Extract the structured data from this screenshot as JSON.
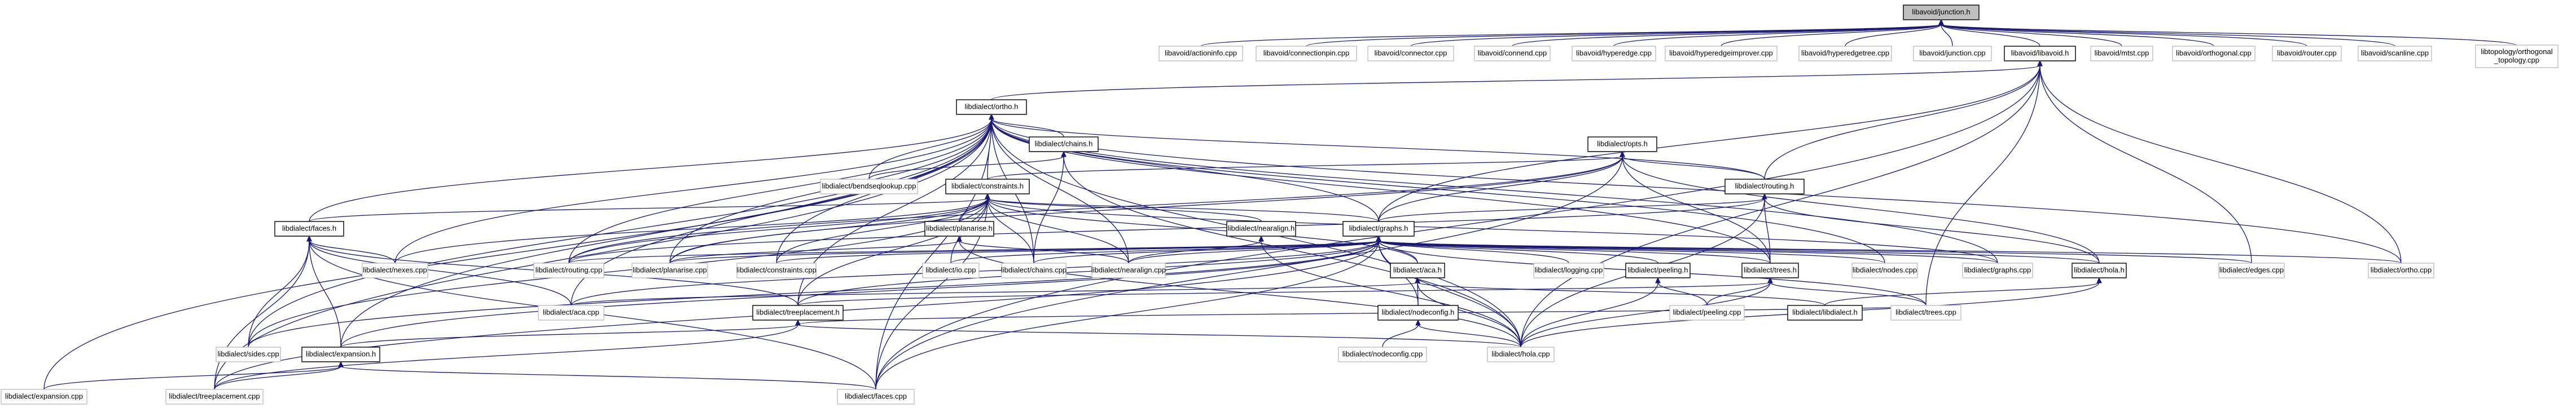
{
  "title": "Include dependency graph: files that include libavoid/junction.h",
  "colors": {
    "edge": "#191970",
    "root_fill": "#bfbfbf",
    "node_fill": "#ffffff",
    "header_border": "#000000",
    "file_border": "#bfbfbf"
  },
  "nodes": [
    {
      "id": "junction_h",
      "label": "libavoid/junction.h",
      "kind": "root"
    },
    {
      "id": "actioninfo_cpp",
      "label": "libavoid/actioninfo.cpp",
      "kind": "file"
    },
    {
      "id": "connectionpin_cpp",
      "label": "libavoid/connectionpin.cpp",
      "kind": "file"
    },
    {
      "id": "connector_cpp",
      "label": "libavoid/connector.cpp",
      "kind": "file"
    },
    {
      "id": "connend_cpp",
      "label": "libavoid/connend.cpp",
      "kind": "file"
    },
    {
      "id": "hyperedge_cpp",
      "label": "libavoid/hyperedge.cpp",
      "kind": "file"
    },
    {
      "id": "hyperedgeimprover_cpp",
      "label": "libavoid/hyperedgeimprover.cpp",
      "kind": "file"
    },
    {
      "id": "hyperedgetree_cpp",
      "label": "libavoid/hyperedgetree.cpp",
      "kind": "file"
    },
    {
      "id": "junction_cpp",
      "label": "libavoid/junction.cpp",
      "kind": "file"
    },
    {
      "id": "libavoid_h",
      "label": "libavoid/libavoid.h",
      "kind": "header"
    },
    {
      "id": "mtst_cpp",
      "label": "libavoid/mtst.cpp",
      "kind": "file"
    },
    {
      "id": "orthogonal_cpp",
      "label": "libavoid/orthogonal.cpp",
      "kind": "file"
    },
    {
      "id": "router_cpp",
      "label": "libavoid/router.cpp",
      "kind": "file"
    },
    {
      "id": "scanline_cpp",
      "label": "libavoid/scanline.cpp",
      "kind": "file"
    },
    {
      "id": "orthogonal_topology_cpp",
      "label": "libtopology/orthogonal\n_topology.cpp",
      "kind": "file"
    },
    {
      "id": "ortho_h",
      "label": "libdialect/ortho.h",
      "kind": "header"
    },
    {
      "id": "chains_h",
      "label": "libdialect/chains.h",
      "kind": "header"
    },
    {
      "id": "opts_h",
      "label": "libdialect/opts.h",
      "kind": "header"
    },
    {
      "id": "bendseqlookup_cpp",
      "label": "libdialect/bendseqlookup.cpp",
      "kind": "file"
    },
    {
      "id": "constraints_h",
      "label": "libdialect/constraints.h",
      "kind": "header"
    },
    {
      "id": "routing_h",
      "label": "libdialect/routing.h",
      "kind": "header"
    },
    {
      "id": "faces_h",
      "label": "libdialect/faces.h",
      "kind": "header"
    },
    {
      "id": "planarise_h",
      "label": "libdialect/planarise.h",
      "kind": "header"
    },
    {
      "id": "nearalign_h",
      "label": "libdialect/nearalign.h",
      "kind": "header"
    },
    {
      "id": "graphs_h",
      "label": "libdialect/graphs.h",
      "kind": "header"
    },
    {
      "id": "nexes_cpp",
      "label": "libdialect/nexes.cpp",
      "kind": "file"
    },
    {
      "id": "routing_cpp",
      "label": "libdialect/routing.cpp",
      "kind": "file"
    },
    {
      "id": "planarise_cpp",
      "label": "libdialect/planarise.cpp",
      "kind": "file"
    },
    {
      "id": "constraints_cpp",
      "label": "libdialect/constraints.cpp",
      "kind": "file"
    },
    {
      "id": "io_cpp",
      "label": "libdialect/io.cpp",
      "kind": "file"
    },
    {
      "id": "chains_cpp",
      "label": "libdialect/chains.cpp",
      "kind": "file"
    },
    {
      "id": "nearalign_cpp",
      "label": "libdialect/nearalign.cpp",
      "kind": "file"
    },
    {
      "id": "aca_h",
      "label": "libdialect/aca.h",
      "kind": "header"
    },
    {
      "id": "logging_cpp",
      "label": "libdialect/logging.cpp",
      "kind": "file"
    },
    {
      "id": "peeling_h",
      "label": "libdialect/peeling.h",
      "kind": "header"
    },
    {
      "id": "trees_h",
      "label": "libdialect/trees.h",
      "kind": "header"
    },
    {
      "id": "nodes_cpp",
      "label": "libdialect/nodes.cpp",
      "kind": "file"
    },
    {
      "id": "graphs_cpp",
      "label": "libdialect/graphs.cpp",
      "kind": "file"
    },
    {
      "id": "hola_h",
      "label": "libdialect/hola.h",
      "kind": "header"
    },
    {
      "id": "edges_cpp",
      "label": "libdialect/edges.cpp",
      "kind": "file"
    },
    {
      "id": "ortho_cpp",
      "label": "libdialect/ortho.cpp",
      "kind": "file"
    },
    {
      "id": "aca_cpp",
      "label": "libdialect/aca.cpp",
      "kind": "file"
    },
    {
      "id": "treeplacement_h",
      "label": "libdialect/treeplacement.h",
      "kind": "header"
    },
    {
      "id": "nodeconfig_h",
      "label": "libdialect/nodeconfig.h",
      "kind": "header"
    },
    {
      "id": "peeling_cpp",
      "label": "libdialect/peeling.cpp",
      "kind": "file"
    },
    {
      "id": "libdialect_h",
      "label": "libdialect/libdialect.h",
      "kind": "header"
    },
    {
      "id": "trees_cpp",
      "label": "libdialect/trees.cpp",
      "kind": "file"
    },
    {
      "id": "sides_cpp",
      "label": "libdialect/sides.cpp",
      "kind": "file"
    },
    {
      "id": "expansion_h",
      "label": "libdialect/expansion.h",
      "kind": "header"
    },
    {
      "id": "nodeconfig_cpp",
      "label": "libdialect/nodeconfig.cpp",
      "kind": "file"
    },
    {
      "id": "hola_cpp",
      "label": "libdialect/hola.cpp",
      "kind": "file"
    },
    {
      "id": "expansion_cpp",
      "label": "libdialect/expansion.cpp",
      "kind": "file"
    },
    {
      "id": "treeplacement_cpp",
      "label": "libdialect/treeplacement.cpp",
      "kind": "file"
    },
    {
      "id": "faces_cpp",
      "label": "libdialect/faces.cpp",
      "kind": "file"
    }
  ],
  "edges": [
    [
      "actioninfo_cpp",
      "junction_h"
    ],
    [
      "connectionpin_cpp",
      "junction_h"
    ],
    [
      "connector_cpp",
      "junction_h"
    ],
    [
      "connend_cpp",
      "junction_h"
    ],
    [
      "hyperedge_cpp",
      "junction_h"
    ],
    [
      "hyperedgeimprover_cpp",
      "junction_h"
    ],
    [
      "hyperedgetree_cpp",
      "junction_h"
    ],
    [
      "junction_cpp",
      "junction_h"
    ],
    [
      "libavoid_h",
      "junction_h"
    ],
    [
      "mtst_cpp",
      "junction_h"
    ],
    [
      "orthogonal_cpp",
      "junction_h"
    ],
    [
      "router_cpp",
      "junction_h"
    ],
    [
      "scanline_cpp",
      "junction_h"
    ],
    [
      "orthogonal_topology_cpp",
      "junction_h"
    ],
    [
      "ortho_h",
      "libavoid_h"
    ],
    [
      "routing_h",
      "libavoid_h"
    ],
    [
      "graphs_h",
      "libavoid_h"
    ],
    [
      "edges_cpp",
      "libavoid_h"
    ],
    [
      "ortho_cpp",
      "libavoid_h"
    ],
    [
      "trees_cpp",
      "libavoid_h"
    ],
    [
      "hola_cpp",
      "libavoid_h"
    ],
    [
      "faces_cpp",
      "libavoid_h"
    ],
    [
      "chains_h",
      "ortho_h"
    ],
    [
      "constraints_h",
      "ortho_h"
    ],
    [
      "faces_h",
      "ortho_h"
    ],
    [
      "graphs_h",
      "ortho_h"
    ],
    [
      "bendseqlookup_cpp",
      "ortho_h"
    ],
    [
      "nexes_cpp",
      "ortho_h"
    ],
    [
      "routing_cpp",
      "ortho_h"
    ],
    [
      "planarise_cpp",
      "ortho_h"
    ],
    [
      "constraints_cpp",
      "ortho_h"
    ],
    [
      "chains_cpp",
      "ortho_h"
    ],
    [
      "nearalign_cpp",
      "ortho_h"
    ],
    [
      "trees_h",
      "ortho_h"
    ],
    [
      "nodes_cpp",
      "ortho_h"
    ],
    [
      "graphs_cpp",
      "ortho_h"
    ],
    [
      "ortho_cpp",
      "ortho_h"
    ],
    [
      "routing_h",
      "ortho_h"
    ],
    [
      "treeplacement_h",
      "ortho_h"
    ],
    [
      "sides_cpp",
      "ortho_h"
    ],
    [
      "expansion_h",
      "ortho_h"
    ],
    [
      "expansion_cpp",
      "ortho_h"
    ],
    [
      "treeplacement_cpp",
      "ortho_h"
    ],
    [
      "faces_cpp",
      "ortho_h"
    ],
    [
      "aca_cpp",
      "ortho_h"
    ],
    [
      "hola_cpp",
      "ortho_h"
    ],
    [
      "bendseqlookup_cpp",
      "chains_h"
    ],
    [
      "chains_cpp",
      "chains_h"
    ],
    [
      "hola_cpp",
      "chains_h"
    ],
    [
      "constraints_h",
      "opts_h"
    ],
    [
      "graphs_h",
      "opts_h"
    ],
    [
      "routing_h",
      "opts_h"
    ],
    [
      "trees_h",
      "opts_h"
    ],
    [
      "hola_h",
      "opts_h"
    ],
    [
      "planarise_cpp",
      "opts_h"
    ],
    [
      "routing_cpp",
      "opts_h"
    ],
    [
      "faces_cpp",
      "opts_h"
    ],
    [
      "faces_h",
      "constraints_h"
    ],
    [
      "planarise_h",
      "constraints_h"
    ],
    [
      "nearalign_h",
      "constraints_h"
    ],
    [
      "graphs_h",
      "constraints_h"
    ],
    [
      "constraints_cpp",
      "constraints_h"
    ],
    [
      "io_cpp",
      "constraints_h"
    ],
    [
      "chains_cpp",
      "constraints_h"
    ],
    [
      "nearalign_cpp",
      "constraints_h"
    ],
    [
      "aca_h",
      "constraints_h"
    ],
    [
      "treeplacement_h",
      "constraints_h"
    ],
    [
      "nexes_cpp",
      "constraints_h"
    ],
    [
      "routing_cpp",
      "constraints_h"
    ],
    [
      "planarise_cpp",
      "constraints_h"
    ],
    [
      "sides_cpp",
      "constraints_h"
    ],
    [
      "faces_cpp",
      "constraints_h"
    ],
    [
      "graphs_cpp",
      "constraints_h"
    ],
    [
      "graphs_h",
      "routing_h"
    ],
    [
      "hola_h",
      "routing_h"
    ],
    [
      "routing_cpp",
      "routing_h"
    ],
    [
      "trees_h",
      "routing_h"
    ],
    [
      "hola_cpp",
      "routing_h"
    ],
    [
      "nexes_cpp",
      "faces_h"
    ],
    [
      "treeplacement_h",
      "faces_h"
    ],
    [
      "sides_cpp",
      "faces_h"
    ],
    [
      "expansion_h",
      "faces_h"
    ],
    [
      "treeplacement_cpp",
      "faces_h"
    ],
    [
      "faces_cpp",
      "faces_h"
    ],
    [
      "aca_cpp",
      "faces_h"
    ],
    [
      "planarise_cpp",
      "planarise_h"
    ],
    [
      "nearalign_cpp",
      "planarise_h"
    ],
    [
      "hola_cpp",
      "planarise_h"
    ],
    [
      "nearalign_cpp",
      "nearalign_h"
    ],
    [
      "hola_cpp",
      "nearalign_h"
    ],
    [
      "routing_cpp",
      "graphs_h"
    ],
    [
      "planarise_cpp",
      "graphs_h"
    ],
    [
      "constraints_cpp",
      "graphs_h"
    ],
    [
      "io_cpp",
      "graphs_h"
    ],
    [
      "chains_cpp",
      "graphs_h"
    ],
    [
      "nearalign_cpp",
      "graphs_h"
    ],
    [
      "aca_h",
      "graphs_h"
    ],
    [
      "logging_cpp",
      "graphs_h"
    ],
    [
      "peeling_h",
      "graphs_h"
    ],
    [
      "trees_h",
      "graphs_h"
    ],
    [
      "nodes_cpp",
      "graphs_h"
    ],
    [
      "graphs_cpp",
      "graphs_h"
    ],
    [
      "hola_h",
      "graphs_h"
    ],
    [
      "edges_cpp",
      "graphs_h"
    ],
    [
      "ortho_cpp",
      "graphs_h"
    ],
    [
      "aca_cpp",
      "graphs_h"
    ],
    [
      "treeplacement_h",
      "graphs_h"
    ],
    [
      "nodeconfig_h",
      "graphs_h"
    ],
    [
      "sides_cpp",
      "graphs_h"
    ],
    [
      "expansion_h",
      "graphs_h"
    ],
    [
      "hola_cpp",
      "graphs_h"
    ],
    [
      "treeplacement_cpp",
      "graphs_h"
    ],
    [
      "faces_cpp",
      "graphs_h"
    ],
    [
      "trees_cpp",
      "graphs_h"
    ],
    [
      "aca_cpp",
      "aca_h"
    ],
    [
      "nodeconfig_h",
      "aca_h"
    ],
    [
      "libdialect_h",
      "aca_h"
    ],
    [
      "hola_cpp",
      "aca_h"
    ],
    [
      "peeling_cpp",
      "peeling_h"
    ],
    [
      "hola_cpp",
      "peeling_h"
    ],
    [
      "peeling_cpp",
      "trees_h"
    ],
    [
      "trees_cpp",
      "trees_h"
    ],
    [
      "hola_cpp",
      "trees_h"
    ],
    [
      "treeplacement_h",
      "trees_h"
    ],
    [
      "libdialect_h",
      "hola_h"
    ],
    [
      "hola_cpp",
      "hola_h"
    ],
    [
      "expansion_h",
      "treeplacement_h"
    ],
    [
      "treeplacement_cpp",
      "treeplacement_h"
    ],
    [
      "hola_cpp",
      "treeplacement_h"
    ],
    [
      "trees_cpp",
      "treeplacement_h"
    ],
    [
      "nodeconfig_cpp",
      "nodeconfig_h"
    ],
    [
      "hola_cpp",
      "nodeconfig_h"
    ],
    [
      "expansion_cpp",
      "expansion_h"
    ],
    [
      "treeplacement_cpp",
      "expansion_h"
    ],
    [
      "faces_cpp",
      "expansion_h"
    ]
  ]
}
